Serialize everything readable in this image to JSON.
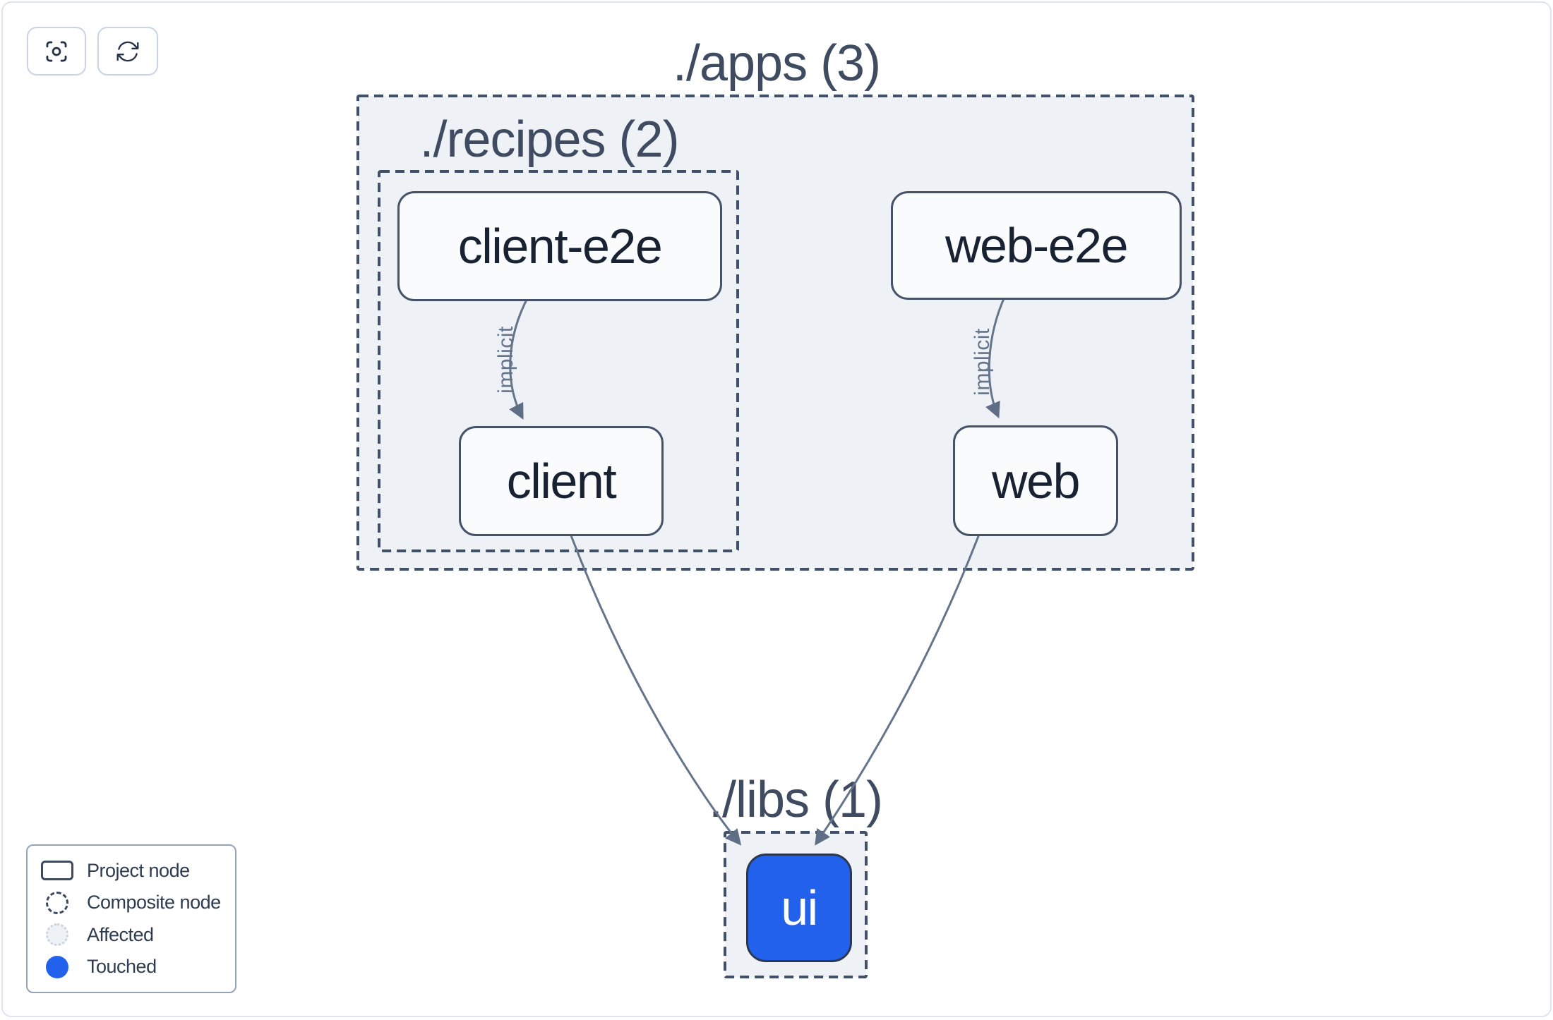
{
  "toolbar": {
    "buttons": [
      {
        "id": "center-graph",
        "icon": "viewfinder-icon"
      },
      {
        "id": "refresh-graph",
        "icon": "refresh-icon"
      }
    ]
  },
  "graph": {
    "groups": [
      {
        "id": "apps",
        "label": "./apps (3)",
        "count": 3
      },
      {
        "id": "recipes",
        "label": "./recipes (2)",
        "count": 2
      },
      {
        "id": "libs",
        "label": "./libs (1)",
        "count": 1
      }
    ],
    "nodes": [
      {
        "id": "client-e2e",
        "label": "client-e2e",
        "group": "recipes",
        "state": "default"
      },
      {
        "id": "client",
        "label": "client",
        "group": "recipes",
        "state": "default"
      },
      {
        "id": "web-e2e",
        "label": "web-e2e",
        "group": "apps",
        "state": "default"
      },
      {
        "id": "web",
        "label": "web",
        "group": "apps",
        "state": "default"
      },
      {
        "id": "ui",
        "label": "ui",
        "group": "libs",
        "state": "touched"
      }
    ],
    "edges": [
      {
        "from": "client-e2e",
        "to": "client",
        "type": "implicit",
        "label": "implicit"
      },
      {
        "from": "web-e2e",
        "to": "web",
        "type": "implicit",
        "label": "implicit"
      },
      {
        "from": "client",
        "to": "ui",
        "type": "static",
        "label": ""
      },
      {
        "from": "web",
        "to": "ui",
        "type": "static",
        "label": ""
      }
    ]
  },
  "legend": {
    "items": [
      {
        "id": "project-node",
        "label": "Project node"
      },
      {
        "id": "composite-node",
        "label": "Composite node"
      },
      {
        "id": "affected",
        "label": "Affected"
      },
      {
        "id": "touched",
        "label": "Touched"
      }
    ]
  },
  "colors": {
    "touched_blue": "#2161eb",
    "affected_fill": "#eef2f7",
    "edge": "#64748b",
    "node_border": "#455268",
    "composite_fill": "#eef1f6",
    "dash_border": "#41506a"
  }
}
